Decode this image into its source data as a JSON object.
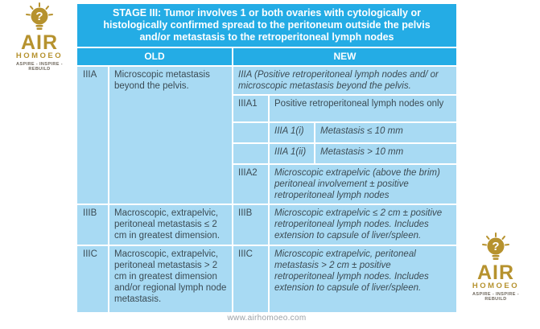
{
  "logo": {
    "air": "AIR",
    "homoeo": "HOMOEO",
    "tagline": "ASPIRE - INSPIRE - REBUILD",
    "gold": "#B6922E"
  },
  "footer": {
    "url": "www.airhomoeo.com"
  },
  "table": {
    "title": "STAGE III: Tumor involves 1 or both ovaries with cytologically or histologically confirmed spread to the peritoneum outside the pelvis and/or metastasis to the retroperitoneal lymph nodes",
    "columns": {
      "old": "OLD",
      "new": "NEW"
    },
    "colors": {
      "header": "#24ACE5",
      "cell": "#A8DAF3",
      "text": "#3B4B54"
    },
    "rows": {
      "iiia": {
        "label": "IIIA",
        "old": "Microscopic metastasis beyond the pelvis.",
        "new_intro": "IIIA (Positive retroperitoneal lymph nodes and/ or microscopic metastasis beyond the pelvis.",
        "iiia1": {
          "label": "IIIA1",
          "text": "Positive retroperitoneal lymph nodes only"
        },
        "iiia1i": {
          "label": "IIIA 1(i)",
          "text": "Metastasis ≤ 10 mm"
        },
        "iiia1ii": {
          "label": "IIIA 1(ii)",
          "text": "Metastasis > 10 mm"
        },
        "iiia2": {
          "label": "IIIA2",
          "text": "Microscopic extrapelvic (above the brim) peritoneal involvement ± positive retroperitoneal lymph nodes"
        }
      },
      "iiib": {
        "label": "IIIB",
        "old": "Macroscopic, extrapelvic, peritoneal metastasis ≤ 2 cm in greatest dimension.",
        "new_label": "IIIB",
        "new": "Microscopic extrapelvic ≤ 2 cm ± positive retroperitoneal lymph nodes. Includes extension to capsule of liver/spleen."
      },
      "iiic": {
        "label": "IIIC",
        "old": "Macroscopic, extrapelvic, peritoneal metastasis > 2 cm in greatest dimension and/or regional lymph node metastasis.",
        "new_label": "IIIC",
        "new": "Microscopic extrapelvic, peritoneal metastasis > 2 cm ± positive retroperitoneal lymph nodes. Includes extension to capsule of liver/spleen."
      }
    }
  }
}
